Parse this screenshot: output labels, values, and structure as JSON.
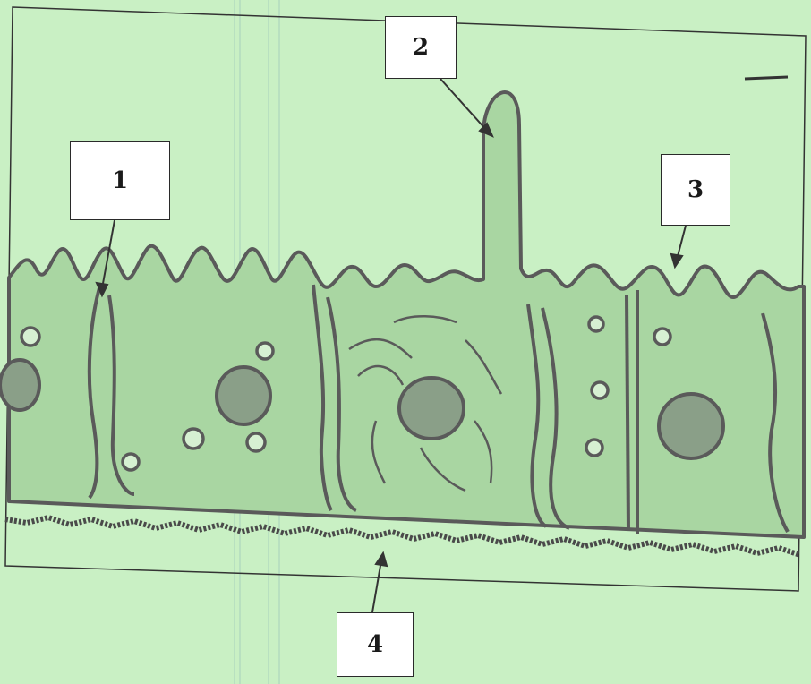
{
  "labels": {
    "l1": "1",
    "l2": "2",
    "l3": "3",
    "l4": "4"
  },
  "colors": {
    "background": "#c9f0c4",
    "cell_fill": "#a9d6a2",
    "outline": "#555555",
    "nucleus": "#8a9f88",
    "basement": "#4a4a4a"
  }
}
